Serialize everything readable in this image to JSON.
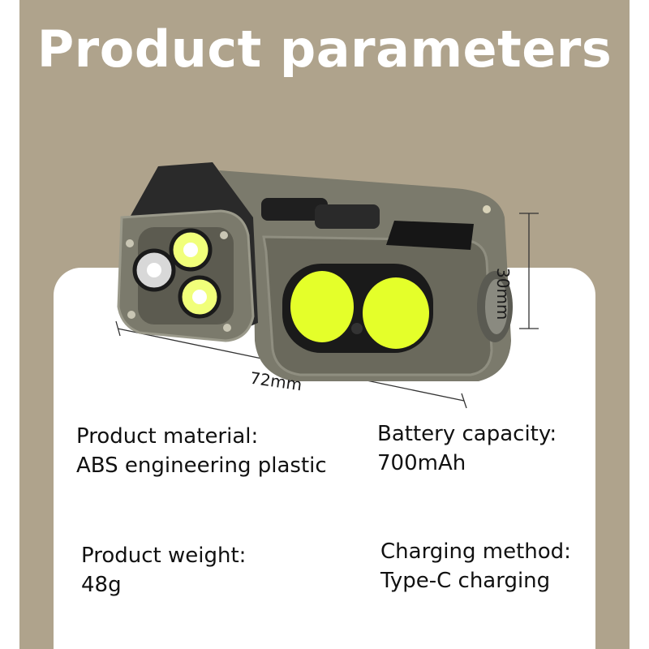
{
  "title": "Product parameters",
  "dimensions": {
    "length": "72mm",
    "height": "30mm"
  },
  "specs": {
    "material": {
      "label": "Product material:",
      "value": "ABS engineering plastic"
    },
    "battery": {
      "label": "Battery capacity:",
      "value": "700mAh"
    },
    "weight": {
      "label": "Product weight:",
      "value": "48g"
    },
    "charging": {
      "label": "Charging method:",
      "value": "Type-C charging"
    }
  },
  "colors": {
    "background": "#afa38c",
    "card": "#ffffff",
    "title": "#ffffff",
    "led": "#e4ff2a"
  }
}
